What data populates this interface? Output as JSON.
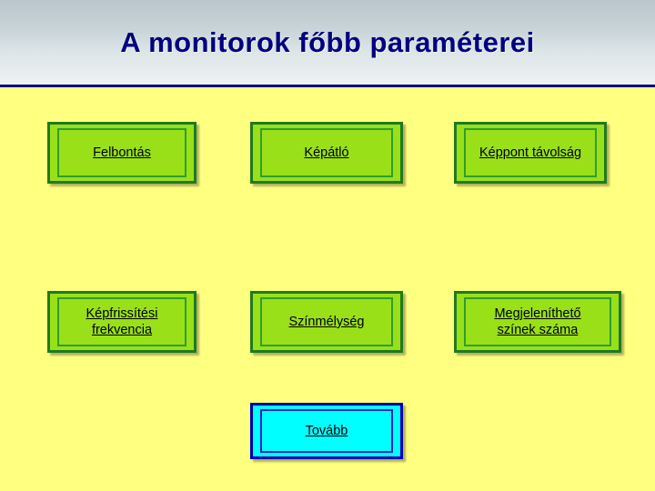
{
  "slide": {
    "title": "A monitorok főbb paraméterei",
    "background_color": "#ffff80",
    "title_color": "#000080",
    "box_fill_color": "#99e019",
    "box_border_color": "#1f7a1f",
    "highlight_fill_color": "#00ffff",
    "highlight_border_color": "#0000b0",
    "boxes": [
      {
        "id": "felbontas",
        "label": "Felbontás"
      },
      {
        "id": "kepatlo",
        "label": "Képátló"
      },
      {
        "id": "keppont_tavolsag",
        "label": "Képpont távolság"
      },
      {
        "id": "kepfrissitesi_frekvencia",
        "label": "Képfrissítési\nfrekvencia"
      },
      {
        "id": "szinmelyseg",
        "label": "Színmélység"
      },
      {
        "id": "megjelenitheto_szinek_szama",
        "label": "Megjeleníthető\nszínek száma"
      },
      {
        "id": "tovabb",
        "label": "Tovább"
      }
    ]
  }
}
